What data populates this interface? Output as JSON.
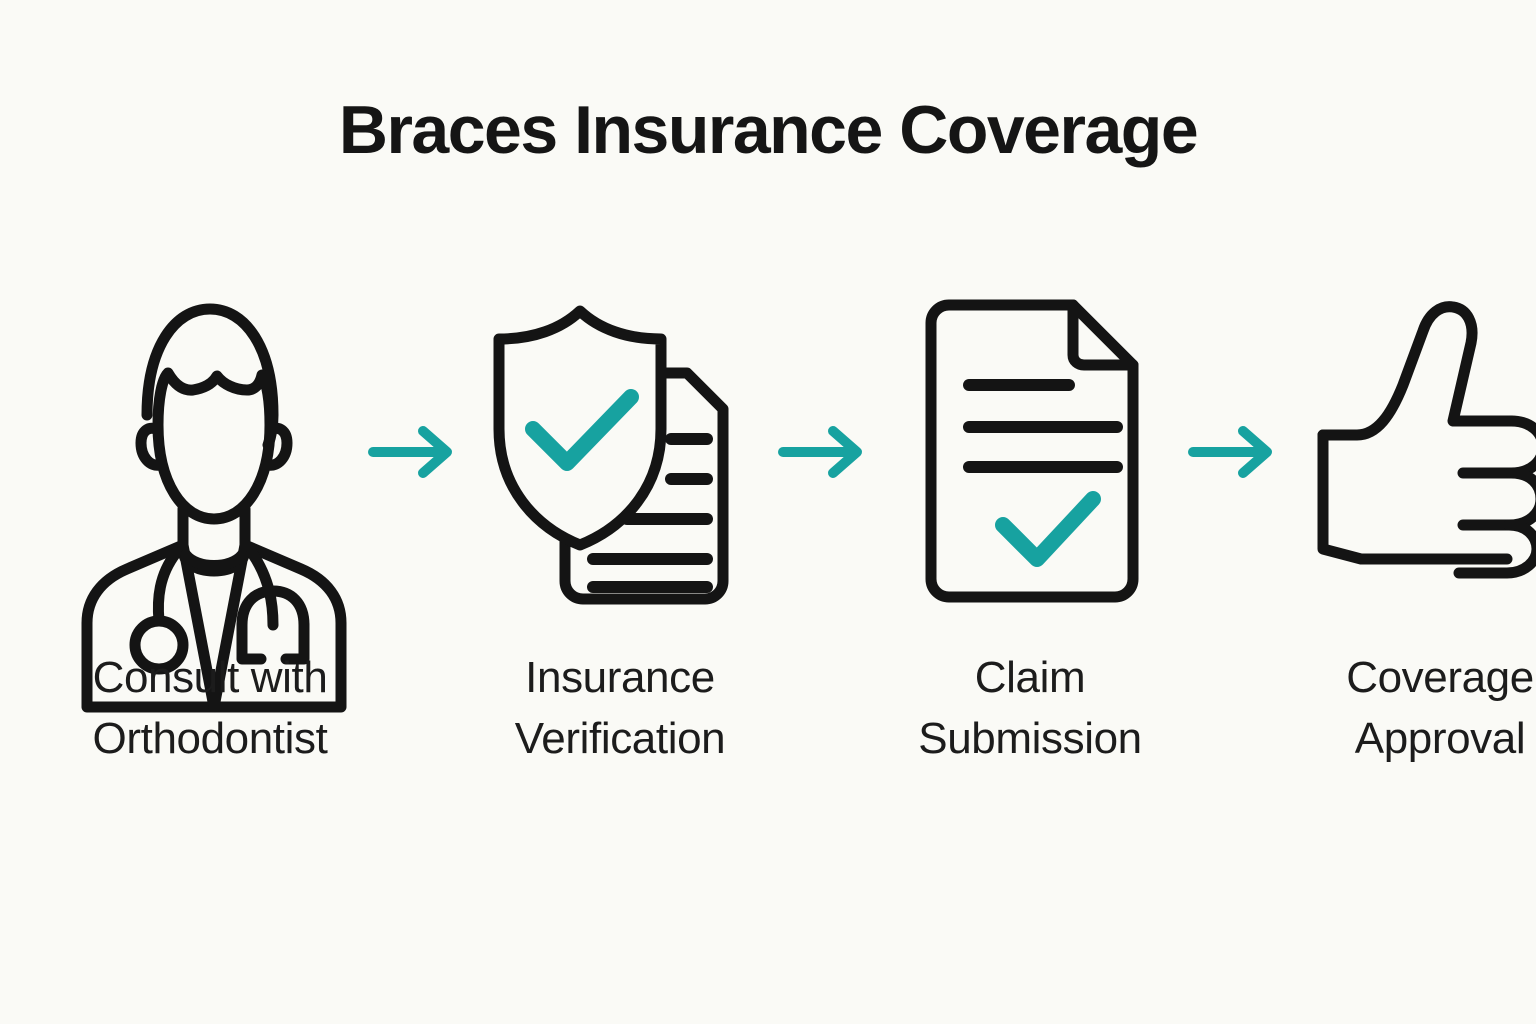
{
  "page": {
    "background_color": "#FAFAF6",
    "title": "Braces Insurance Coverage",
    "title_color": "#151515"
  },
  "theme": {
    "ink": "#1A1A1A",
    "accent": "#17A2A0",
    "accent_name": "teal"
  },
  "flow": {
    "connector_icon": "arrow-right-icon",
    "connector_color": "#17A2A0",
    "steps": [
      {
        "index": 1,
        "icon": "doctor-orthodontist-icon",
        "icon_parts": [
          "head",
          "hair",
          "neck",
          "coat",
          "v-collar",
          "stethoscope"
        ],
        "label_line1": "Consult with",
        "label_line2": "Orthodontist"
      },
      {
        "index": 2,
        "icon": "shield-check-document-icon",
        "icon_parts": [
          "shield",
          "checkmark",
          "document",
          "text-lines"
        ],
        "label_line1": "Insurance",
        "label_line2": "Verification"
      },
      {
        "index": 3,
        "icon": "document-check-icon",
        "icon_parts": [
          "page",
          "folded-corner",
          "text-lines",
          "checkmark"
        ],
        "label_line1": "Claim",
        "label_line2": "Submission"
      },
      {
        "index": 4,
        "icon": "thumbs-up-icon",
        "icon_parts": [
          "thumb",
          "finger-loops",
          "palm"
        ],
        "label_line1": "Coverage",
        "label_line2": "Approval"
      }
    ]
  }
}
